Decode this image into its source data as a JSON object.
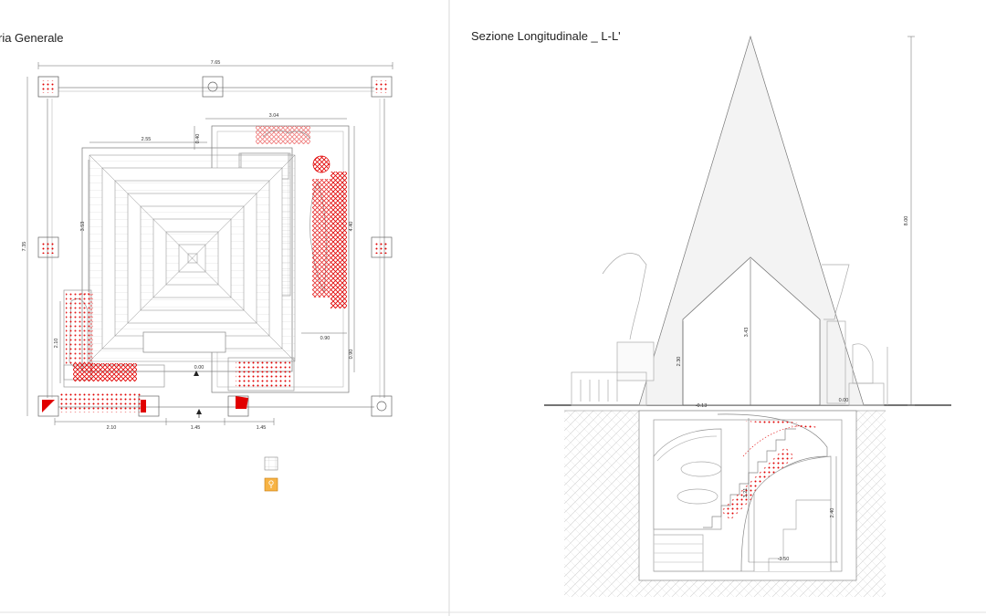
{
  "titles": {
    "plan": "ria Generale",
    "section": "Sezione Longitudinale _ L-L'"
  },
  "plan_dimensions": {
    "total_width": "7.65",
    "total_height": "7.35",
    "inner_top": "3.04",
    "roof_width": "2.55",
    "offset_top": "0.40",
    "roof_depth": "3.53",
    "right_depth": "4.40",
    "left_lower": "2.10",
    "right_small": "0.90",
    "right_small_v": "0.90",
    "bottom_1": "2.10",
    "bottom_2": "1.45",
    "bottom_3": "1.45",
    "level": "0.00"
  },
  "section_dimensions": {
    "total_height": "8.00",
    "interior_height": "3.43",
    "wall_height": "2.30",
    "level_left": "-0.13",
    "level_right": "0.00",
    "crypt_height": "2.40",
    "crypt_floor": "-3.50",
    "stair_height": "3.21"
  },
  "colors": {
    "line": "#555555",
    "light_line": "#9a9a9a",
    "highlight": "#e10000",
    "ground_hatch": "#c8c8c8"
  },
  "legend_icons": [
    "hatch-swatch-icon",
    "key-swatch-icon"
  ]
}
